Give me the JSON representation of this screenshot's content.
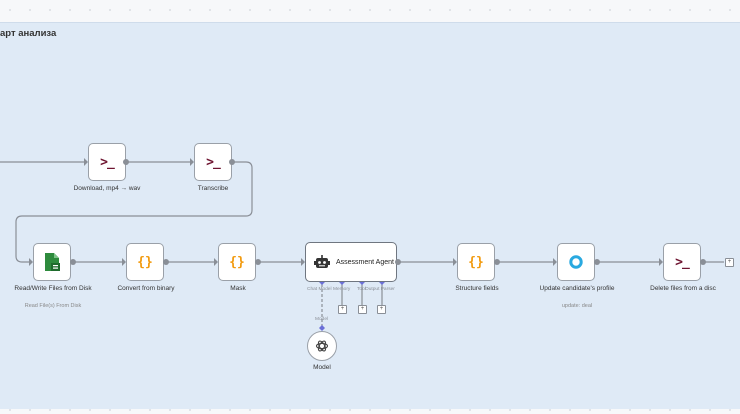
{
  "sticky": {
    "title": "арт анализа"
  },
  "nodes": {
    "download": {
      "label": "Download, mp4 → wav",
      "icon": "terminal-icon"
    },
    "transcribe": {
      "label": "Transcribe",
      "icon": "terminal-icon"
    },
    "readwrite": {
      "label": "Read/Write Files from Disk",
      "sublabel": "Read File(s) From Disk",
      "icon": "file-icon"
    },
    "convert": {
      "label": "Convert from binary",
      "icon": "braces-icon"
    },
    "mask": {
      "label": "Mask",
      "icon": "braces-icon"
    },
    "agent": {
      "label": "Assessment Agent",
      "icon": "robot-icon",
      "subports": [
        "Chat Model",
        "Memory",
        "Tool",
        "Output Parser"
      ]
    },
    "structure": {
      "label": "Structure fields",
      "icon": "braces-icon"
    },
    "update": {
      "label": "Update candidate's profile",
      "sublabel": "update: deal",
      "icon": "ring-icon"
    },
    "delete": {
      "label": "Delete files from a disc",
      "icon": "terminal-icon"
    },
    "model": {
      "label": "Model",
      "port_label": "Model",
      "icon": "openai-icon"
    }
  },
  "glyphs": {
    "terminal": ">_",
    "braces": "{}",
    "plus": "+"
  },
  "colors": {
    "sticky_bg": "#dfeaf6",
    "terminal": "#6e1430",
    "braces": "#f29a0e",
    "ring": "#29a9e0",
    "sheet": "#2e8b3d"
  }
}
